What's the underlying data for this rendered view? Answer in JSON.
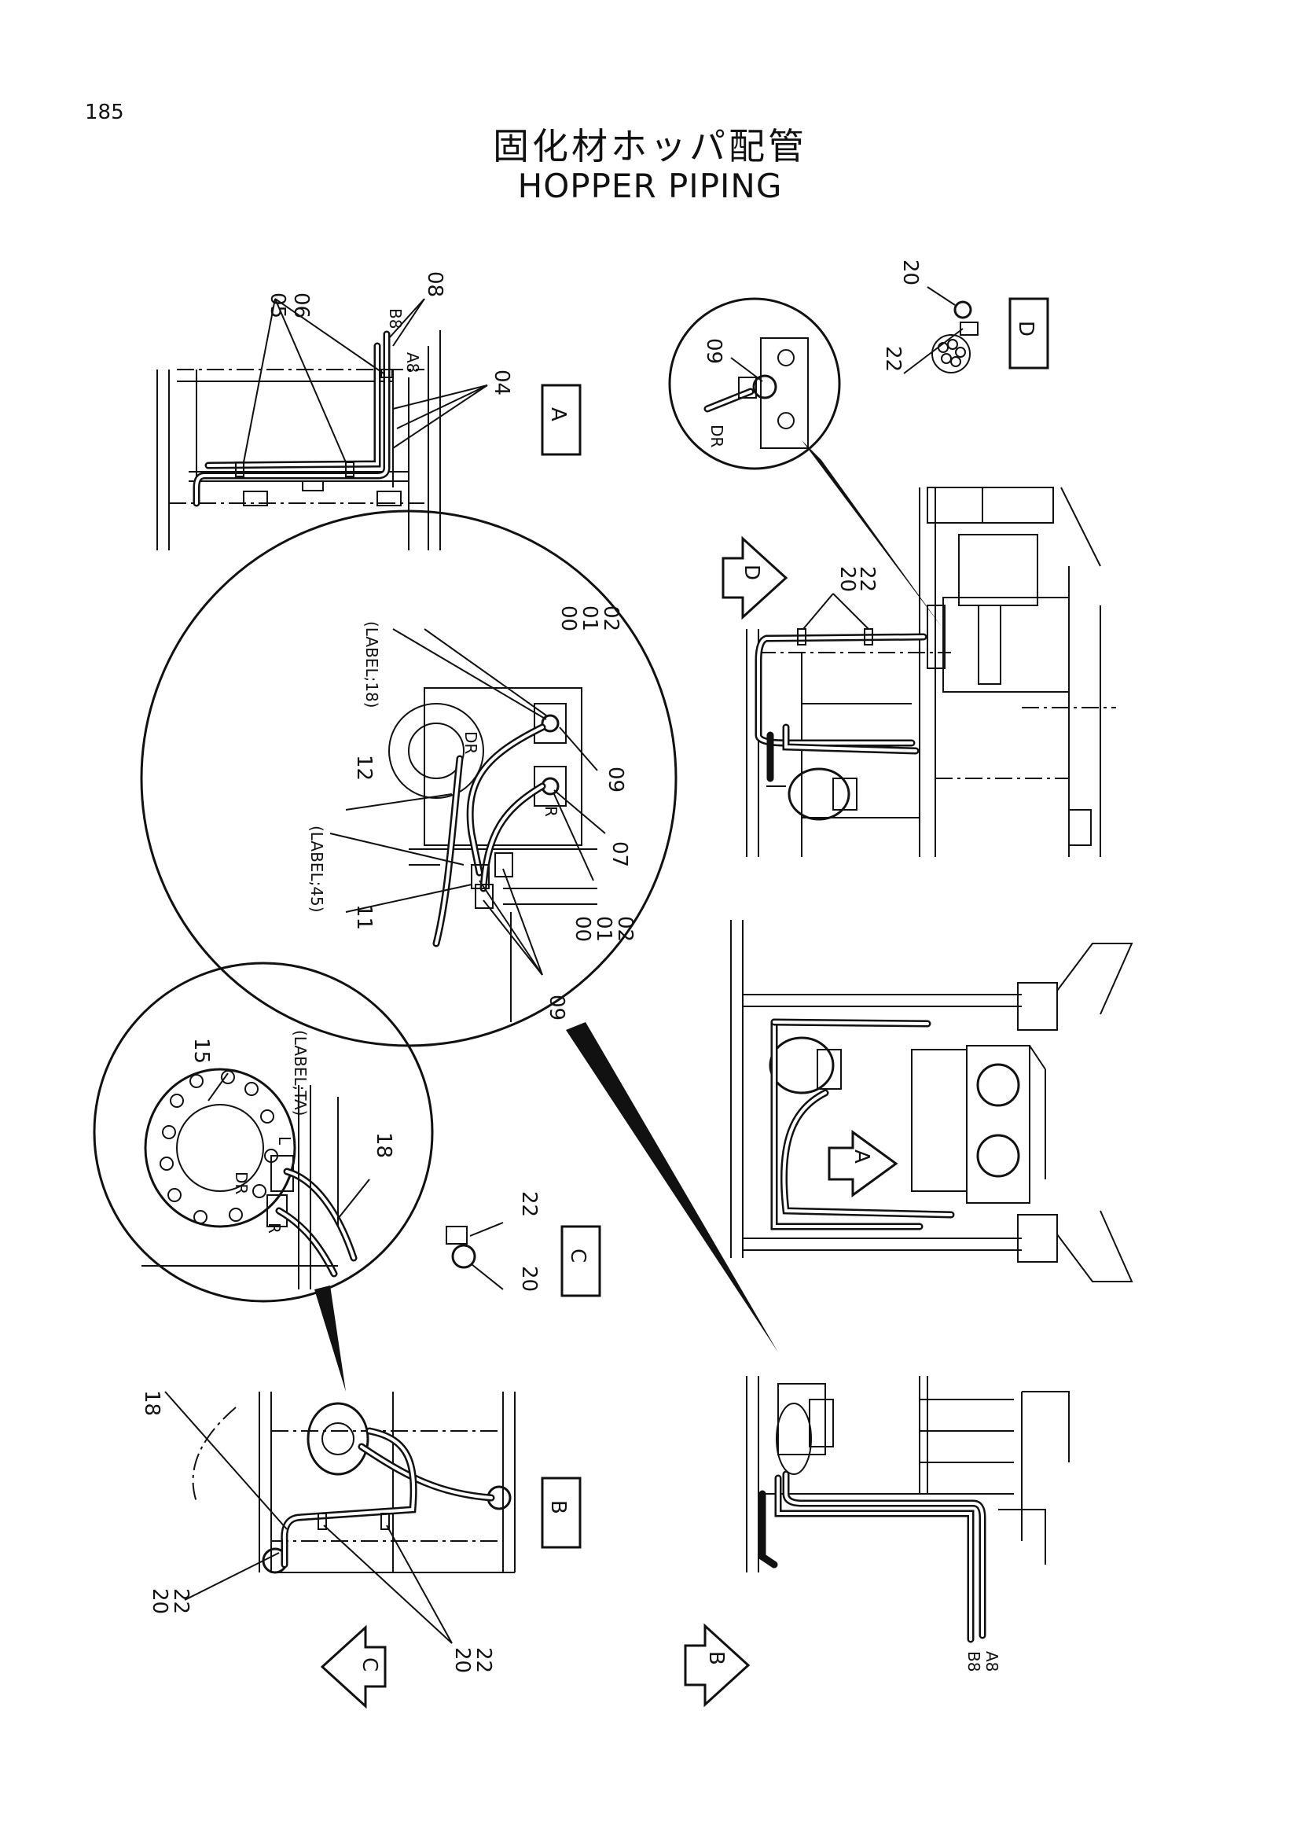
{
  "page": {
    "number": "185"
  },
  "title": {
    "jp": "固化材ホッパ配管",
    "en": "HOPPER PIPING"
  },
  "views": {
    "A": {
      "tag": "A",
      "parts": [
        "05",
        "06",
        "08",
        "04"
      ],
      "ports": [
        "B8",
        "A8"
      ]
    },
    "D": {
      "tag": "D",
      "parts": [
        "20",
        "22"
      ]
    },
    "detail_09": {
      "part": "09",
      "port": "DR"
    },
    "main_top": {
      "parts": [
        "20",
        "22"
      ]
    },
    "detail_motor": {
      "labels": [
        "(LABEL;18)",
        "(LABEL;45)"
      ],
      "parts_top": [
        "00",
        "01",
        "02"
      ],
      "parts_bottom": [
        "00",
        "01",
        "02"
      ],
      "parts_other": [
        "12",
        "09",
        "07",
        "11",
        "09"
      ],
      "ports": [
        "DR",
        "R"
      ]
    },
    "detail_C": {
      "parts": [
        "15",
        "18"
      ],
      "label": "(LABEL;TA)",
      "ports": [
        "DR",
        "R",
        "L"
      ]
    },
    "C": {
      "tag": "C",
      "parts": [
        "22",
        "20"
      ]
    },
    "B": {
      "tag": "B",
      "parts": [
        "18",
        "20",
        "22",
        "20",
        "22"
      ]
    },
    "main_bottom": {
      "ports": [
        "B8",
        "A8"
      ]
    },
    "arrows": {
      "A": "A",
      "B": "B",
      "C": "C",
      "D": "D"
    }
  }
}
